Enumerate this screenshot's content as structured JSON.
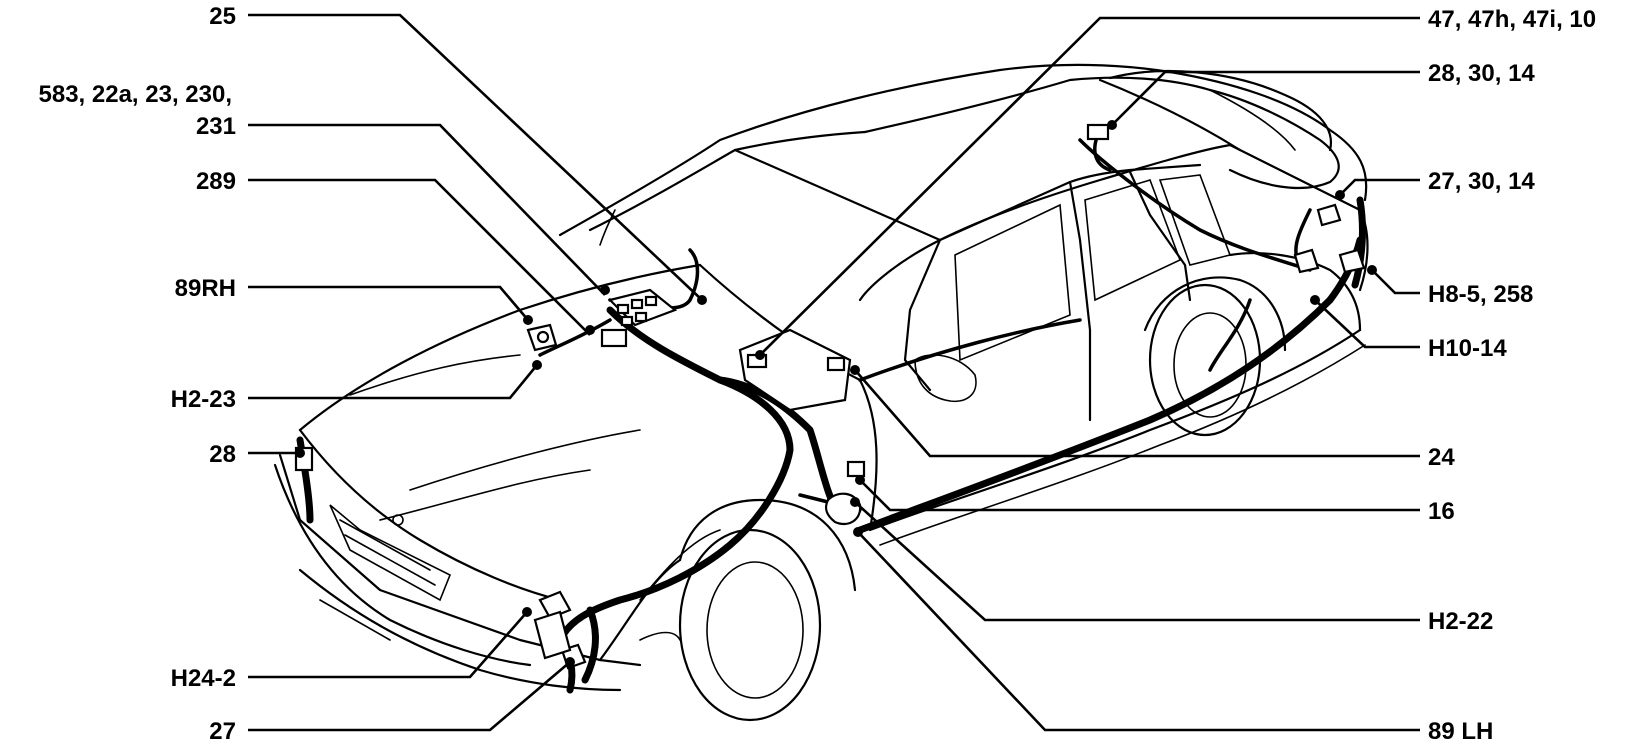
{
  "callouts": {
    "c25": "25",
    "c583_line1": "583, 22a, 23, 230,",
    "c583_line2": "231",
    "c289": "289",
    "c89rh": "89RH",
    "ch2_23": "H2-23",
    "c28_left": "28",
    "ch24_2": "H24-2",
    "c27_left": "27",
    "c47": "47, 47h, 47i, 10",
    "c28_30_14": "28, 30, 14",
    "c27_30_14": "27, 30, 14",
    "ch8_5": "H8-5, 258",
    "ch10_14": "H10-14",
    "c24": "24",
    "c16": "16",
    "ch2_22": "H2-22",
    "c89lh": "89 LH"
  },
  "icons": {
    "vehicle": "car-outline-icon"
  }
}
